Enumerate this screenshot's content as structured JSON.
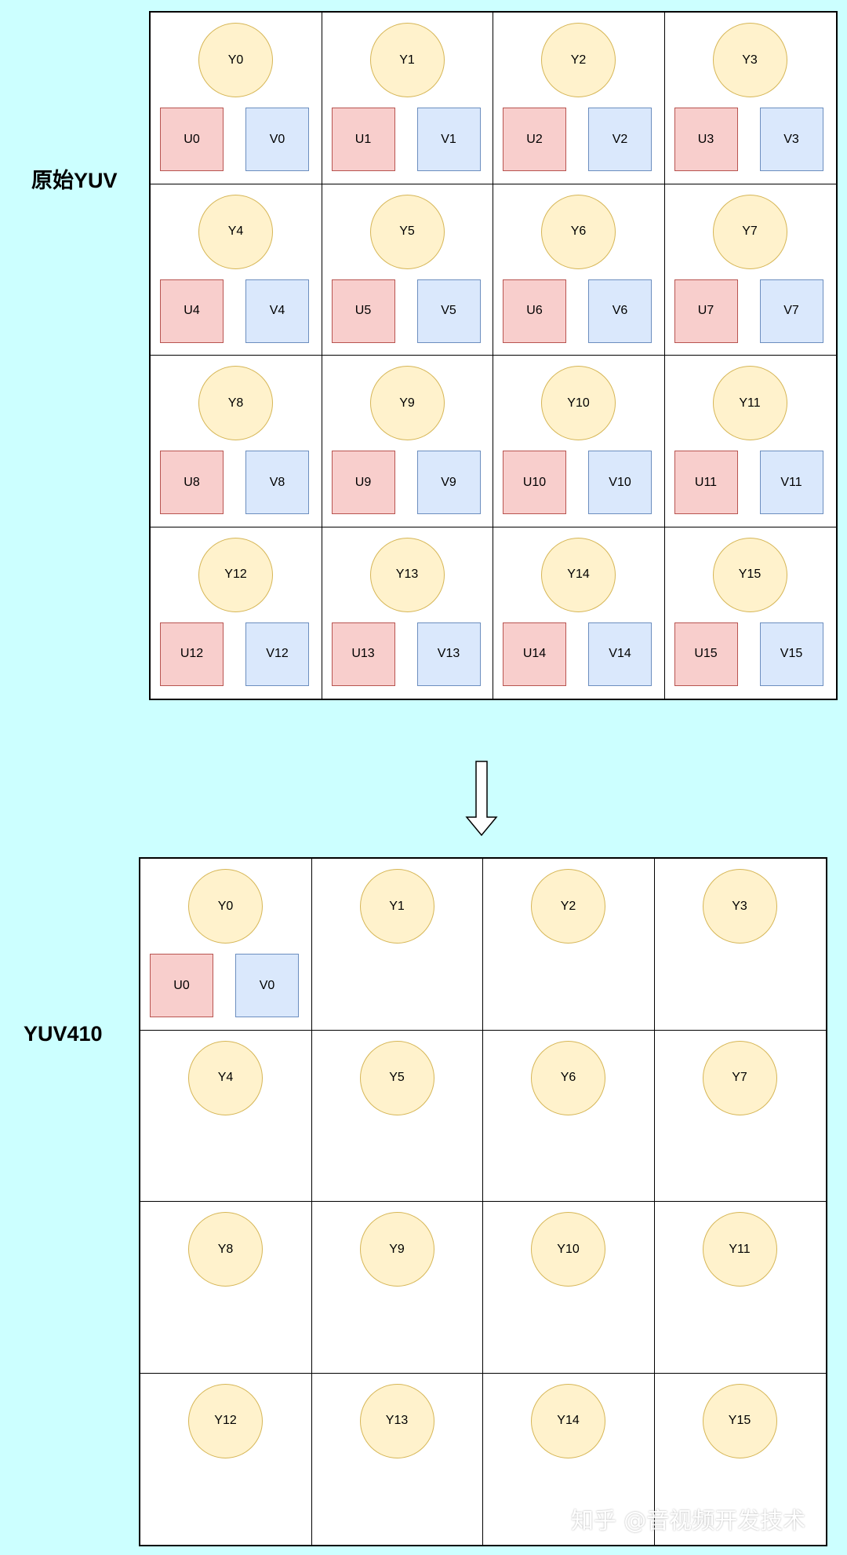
{
  "labels": {
    "original": "原始YUV",
    "yuv410": "YUV410"
  },
  "original_grid": [
    {
      "y": "Y0",
      "u": "U0",
      "v": "V0"
    },
    {
      "y": "Y1",
      "u": "U1",
      "v": "V1"
    },
    {
      "y": "Y2",
      "u": "U2",
      "v": "V2"
    },
    {
      "y": "Y3",
      "u": "U3",
      "v": "V3"
    },
    {
      "y": "Y4",
      "u": "U4",
      "v": "V4"
    },
    {
      "y": "Y5",
      "u": "U5",
      "v": "V5"
    },
    {
      "y": "Y6",
      "u": "U6",
      "v": "V6"
    },
    {
      "y": "Y7",
      "u": "U7",
      "v": "V7"
    },
    {
      "y": "Y8",
      "u": "U8",
      "v": "V8"
    },
    {
      "y": "Y9",
      "u": "U9",
      "v": "V9"
    },
    {
      "y": "Y10",
      "u": "U10",
      "v": "V10"
    },
    {
      "y": "Y11",
      "u": "U11",
      "v": "V11"
    },
    {
      "y": "Y12",
      "u": "U12",
      "v": "V12"
    },
    {
      "y": "Y13",
      "u": "U13",
      "v": "V13"
    },
    {
      "y": "Y14",
      "u": "U14",
      "v": "V14"
    },
    {
      "y": "Y15",
      "u": "U15",
      "v": "V15"
    }
  ],
  "yuv410_grid": [
    {
      "y": "Y0",
      "u": "U0",
      "v": "V0"
    },
    {
      "y": "Y1"
    },
    {
      "y": "Y2"
    },
    {
      "y": "Y3"
    },
    {
      "y": "Y4"
    },
    {
      "y": "Y5"
    },
    {
      "y": "Y6"
    },
    {
      "y": "Y7"
    },
    {
      "y": "Y8"
    },
    {
      "y": "Y9"
    },
    {
      "y": "Y10"
    },
    {
      "y": "Y11"
    },
    {
      "y": "Y12"
    },
    {
      "y": "Y13"
    },
    {
      "y": "Y14"
    },
    {
      "y": "Y15"
    }
  ],
  "arrow_icon": "down-arrow-icon",
  "watermark": "知乎 @音视频开发技术",
  "colors": {
    "background": "#ccffff",
    "y_fill": "#fff2cc",
    "y_stroke": "#d6b656",
    "u_fill": "#f8cecc",
    "u_stroke": "#b85450",
    "v_fill": "#dae8fc",
    "v_stroke": "#6c8ebf"
  }
}
